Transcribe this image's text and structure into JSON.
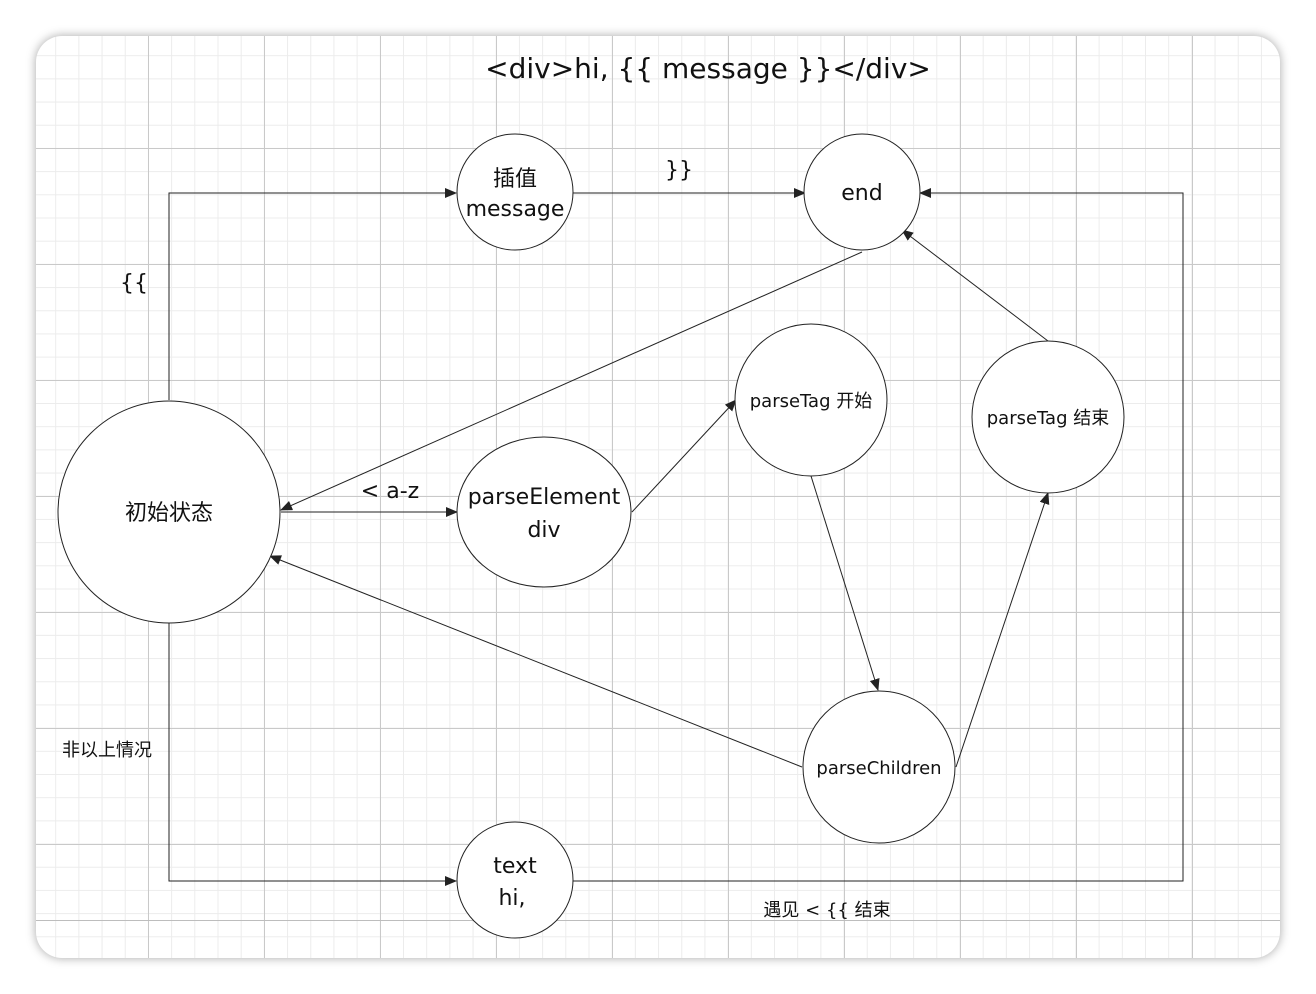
{
  "title": "<div>hi, {{ message }}</div>",
  "nodes": {
    "initial": "初始状态",
    "interpolation": [
      "插值",
      "message"
    ],
    "end": "end",
    "parse_element": [
      "parseElement",
      "div"
    ],
    "parse_tag_start": "parseTag 开始",
    "parse_tag_end": "parseTag 结束",
    "parse_children": "parseChildren",
    "text": [
      "text",
      "hi,"
    ]
  },
  "edge_labels": {
    "open_brace": "{{",
    "close_brace": "}}",
    "tag_open": "< a-z",
    "otherwise": "非以上情况",
    "text_end": "遇见 < {{ 结束"
  },
  "colors": {
    "stroke": "#222222",
    "grid_major": "#c9c9c9",
    "grid_minor": "#ececec"
  }
}
